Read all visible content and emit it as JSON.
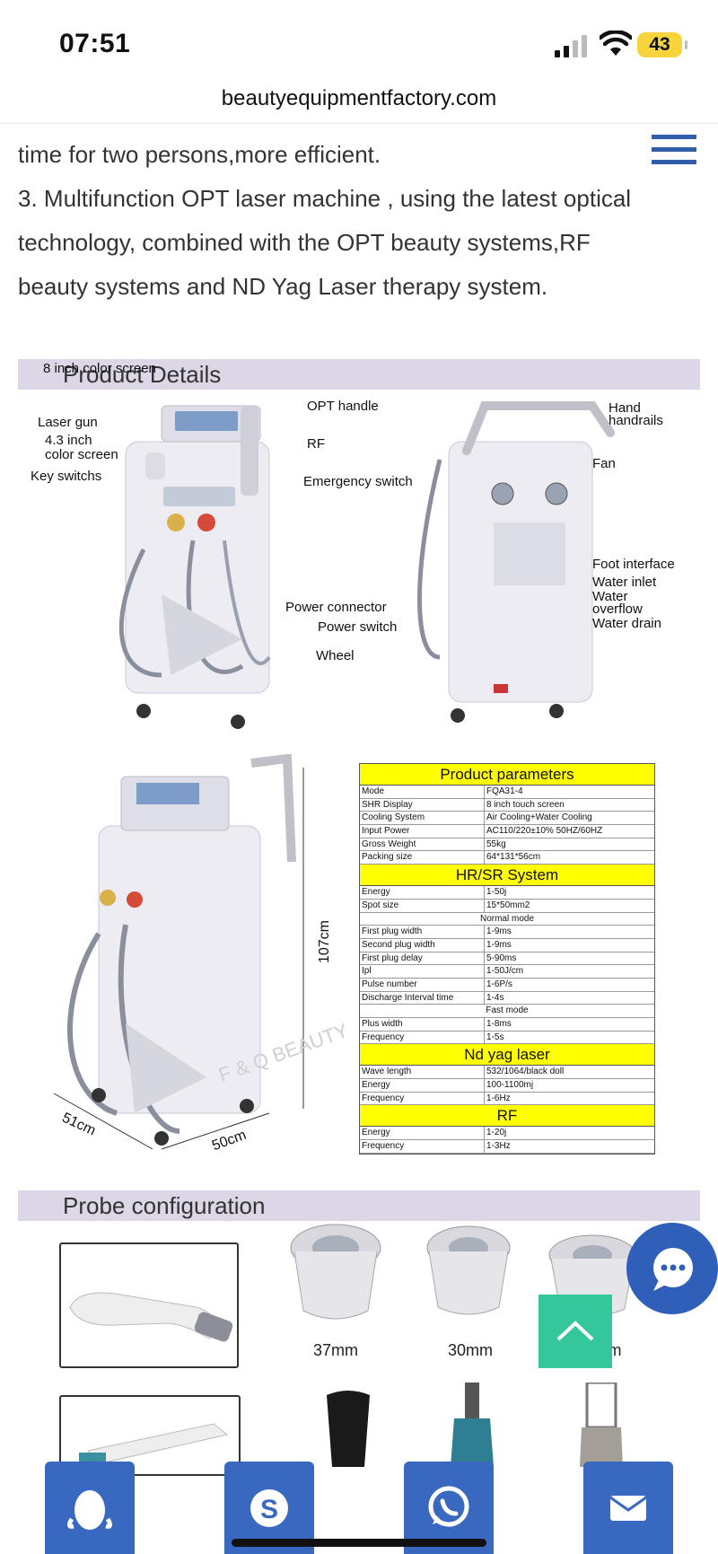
{
  "status_bar": {
    "time": "07:51",
    "battery": "43"
  },
  "browser": {
    "url": "beautyequipmentfactory.com"
  },
  "content": {
    "text_lines": [
      "time for two persons,more efficient.",
      "3. Multifunction OPT laser machine , using the latest optical",
      "technology, combined with the OPT beauty systems,RF",
      "beauty systems and ND Yag Laser therapy system."
    ]
  },
  "sections": {
    "product_details": "Product Details",
    "probe_configuration": "Probe configuration"
  },
  "diagram_labels": {
    "screen8": "8 inch color screen",
    "laser_gun": "Laser gun",
    "screen43_a": "4.3 inch",
    "screen43_b": "color screen",
    "key_switchs": "Key switchs",
    "opt_handle": "OPT handle",
    "rf": "RF",
    "emergency_switch": "Emergency switch",
    "hand_a": "Hand",
    "hand_b": "handrails",
    "fan": "Fan",
    "foot_interface": "Foot interface",
    "water_inlet": "Water inlet",
    "water_overflow_a": "Water",
    "water_overflow_b": "overflow",
    "water_drain": "Water drain",
    "power_connector": "Power connector",
    "power_switch": "Power switch",
    "wheel": "Wheel",
    "dim_height": "107cm",
    "dim_depth": "51cm",
    "dim_width": "50cm",
    "watermark": "F & Q BEAUTY"
  },
  "spec_table": {
    "product_parameters": {
      "title": "Product parameters",
      "rows": [
        [
          "Mode",
          "FQA31-4"
        ],
        [
          "SHR Display",
          "8 inch touch screen"
        ],
        [
          "Cooling System",
          "Air Cooling+Water Cooling"
        ],
        [
          "Input Power",
          "AC110/220±10% 50HZ/60HZ"
        ],
        [
          "Gross Weight",
          "55kg"
        ],
        [
          "Packing size",
          "64*131*56cm"
        ]
      ]
    },
    "hr_sr": {
      "title": "HR/SR System",
      "rows_a": [
        [
          "Energy",
          "1-50j"
        ],
        [
          "Spot size",
          "15*50mm2"
        ]
      ],
      "normal_mode": "Normal mode",
      "rows_b": [
        [
          "First plug width",
          "1-9ms"
        ],
        [
          "Second plug width",
          "1-9ms"
        ],
        [
          "First plug delay",
          "5-90ms"
        ],
        [
          "Ipl",
          "1-50J/cm"
        ],
        [
          "Pulse number",
          "1-6P/s"
        ],
        [
          "Discharge Interval time",
          "1-4s"
        ]
      ],
      "fast_mode": "Fast mode",
      "rows_c": [
        [
          "Plus width",
          "1-8ms"
        ],
        [
          "Frequency",
          "1-5s"
        ]
      ]
    },
    "nd_yag": {
      "title": "Nd yag laser",
      "rows": [
        [
          "Wave length",
          "532/1064/black doll"
        ],
        [
          "Energy",
          "100-1100mj"
        ],
        [
          "Frequency",
          "1-6Hz"
        ]
      ]
    },
    "rf": {
      "title": "RF",
      "rows": [
        [
          "Energy",
          "1-20j"
        ],
        [
          "Frequency",
          "1-3Hz"
        ]
      ]
    }
  },
  "probes": {
    "sizes": [
      "37mm",
      "30mm",
      "m"
    ]
  },
  "icons": {
    "menu": "hamburger-menu-icon",
    "chat": "chat-bubble-icon",
    "scroll_top": "chevron-up-icon",
    "qq": "qq-penguin-icon",
    "skype": "skype-icon",
    "whatsapp": "whatsapp-icon",
    "mail": "mail-icon"
  },
  "colors": {
    "accent_blue": "#3868c0",
    "section_bg": "#dcd6e6",
    "table_header": "#ffff00",
    "scroll_top": "#34c79b"
  }
}
